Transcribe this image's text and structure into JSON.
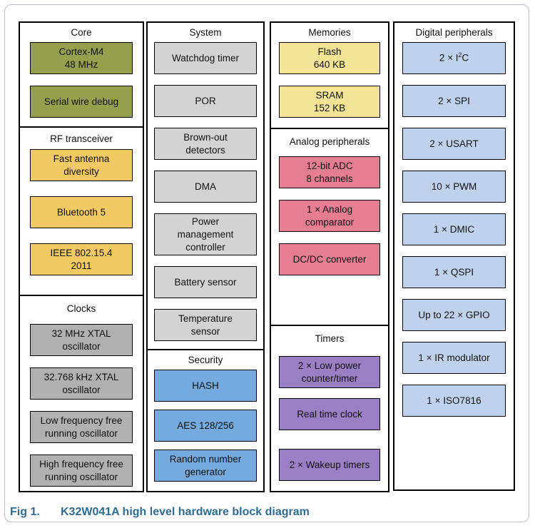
{
  "caption": {
    "label": "Fig 1.",
    "title": "K32W041A high level hardware block diagram",
    "color": "#306b92"
  },
  "palette": {
    "core": "#96a04c",
    "rf": "#f3c964",
    "clocks": "#b1b1b1",
    "system": "#d3d3d3",
    "security": "#74aadd",
    "memories": "#f3e394",
    "analog": "#e67e93",
    "timers": "#9b7fc4",
    "digital": "#bed2ed",
    "box_border": "#000000",
    "group_border": "#000000",
    "frame_border": "#bcc1c7"
  },
  "columns": [
    {
      "sections": [
        {
          "title": "Core",
          "color_key": "core",
          "boxes": [
            {
              "lines": [
                "Cortex-M4",
                "48 MHz"
              ]
            },
            {
              "lines": [
                "Serial wire debug"
              ]
            }
          ]
        },
        {
          "title": "RF transceiver",
          "color_key": "rf",
          "boxes": [
            {
              "lines": [
                "Fast antenna",
                "diversity"
              ]
            },
            {
              "lines": [
                "Bluetooth 5"
              ]
            },
            {
              "lines": [
                "IEEE 802.15.4",
                "2011"
              ]
            }
          ]
        },
        {
          "title": "Clocks",
          "color_key": "clocks",
          "boxes": [
            {
              "lines": [
                "32 MHz XTAL",
                "oscillator"
              ]
            },
            {
              "lines": [
                "32.768 kHz XTAL",
                "oscillator"
              ]
            },
            {
              "lines": [
                "Low frequency free",
                "running oscillator"
              ]
            },
            {
              "lines": [
                "High frequency free",
                "running oscillator"
              ]
            }
          ]
        }
      ]
    },
    {
      "sections": [
        {
          "title": "System",
          "color_key": "system",
          "boxes": [
            {
              "lines": [
                "Watchdog timer"
              ]
            },
            {
              "lines": [
                "POR"
              ]
            },
            {
              "lines": [
                "Brown-out",
                "detectors"
              ]
            },
            {
              "lines": [
                "DMA"
              ]
            },
            {
              "lines": [
                "Power",
                "management",
                "controller"
              ]
            },
            {
              "lines": [
                "Battery sensor"
              ]
            },
            {
              "lines": [
                "Temperature",
                "sensor"
              ]
            }
          ]
        },
        {
          "title": "Security",
          "color_key": "security",
          "boxes": [
            {
              "lines": [
                "HASH"
              ]
            },
            {
              "lines": [
                "AES 128/256"
              ]
            },
            {
              "lines": [
                "Random number",
                "generator"
              ]
            }
          ]
        }
      ]
    },
    {
      "sections": [
        {
          "title": "Memories",
          "color_key": "memories",
          "boxes": [
            {
              "lines": [
                "Flash",
                "640 KB"
              ]
            },
            {
              "lines": [
                "SRAM",
                "152 KB"
              ]
            }
          ]
        },
        {
          "title": "Analog peripherals",
          "color_key": "analog",
          "boxes": [
            {
              "lines": [
                "12-bit ADC",
                "8 channels"
              ]
            },
            {
              "lines": [
                "1 × Analog",
                "comparator"
              ]
            },
            {
              "lines": [
                "DC/DC converter"
              ]
            }
          ]
        },
        {
          "title": "Timers",
          "color_key": "timers",
          "boxes": [
            {
              "lines": [
                "2 × Low power",
                "counter/timer"
              ]
            },
            {
              "lines": [
                "Real time clock"
              ]
            },
            {
              "lines": [
                "2 × Wakeup timers"
              ]
            }
          ]
        }
      ]
    },
    {
      "sections": [
        {
          "title": "Digital peripherals",
          "color_key": "digital",
          "boxes": [
            {
              "lines": [
                "2 × I^2C"
              ]
            },
            {
              "lines": [
                "2 × SPI"
              ]
            },
            {
              "lines": [
                "2 × USART"
              ]
            },
            {
              "lines": [
                "10 × PWM"
              ]
            },
            {
              "lines": [
                "1 × DMIC"
              ]
            },
            {
              "lines": [
                "1 × QSPI"
              ]
            },
            {
              "lines": [
                "Up to 22 × GPIO"
              ]
            },
            {
              "lines": [
                "1 × IR modulator"
              ]
            },
            {
              "lines": [
                "1 × ISO7816"
              ]
            }
          ]
        }
      ]
    }
  ]
}
